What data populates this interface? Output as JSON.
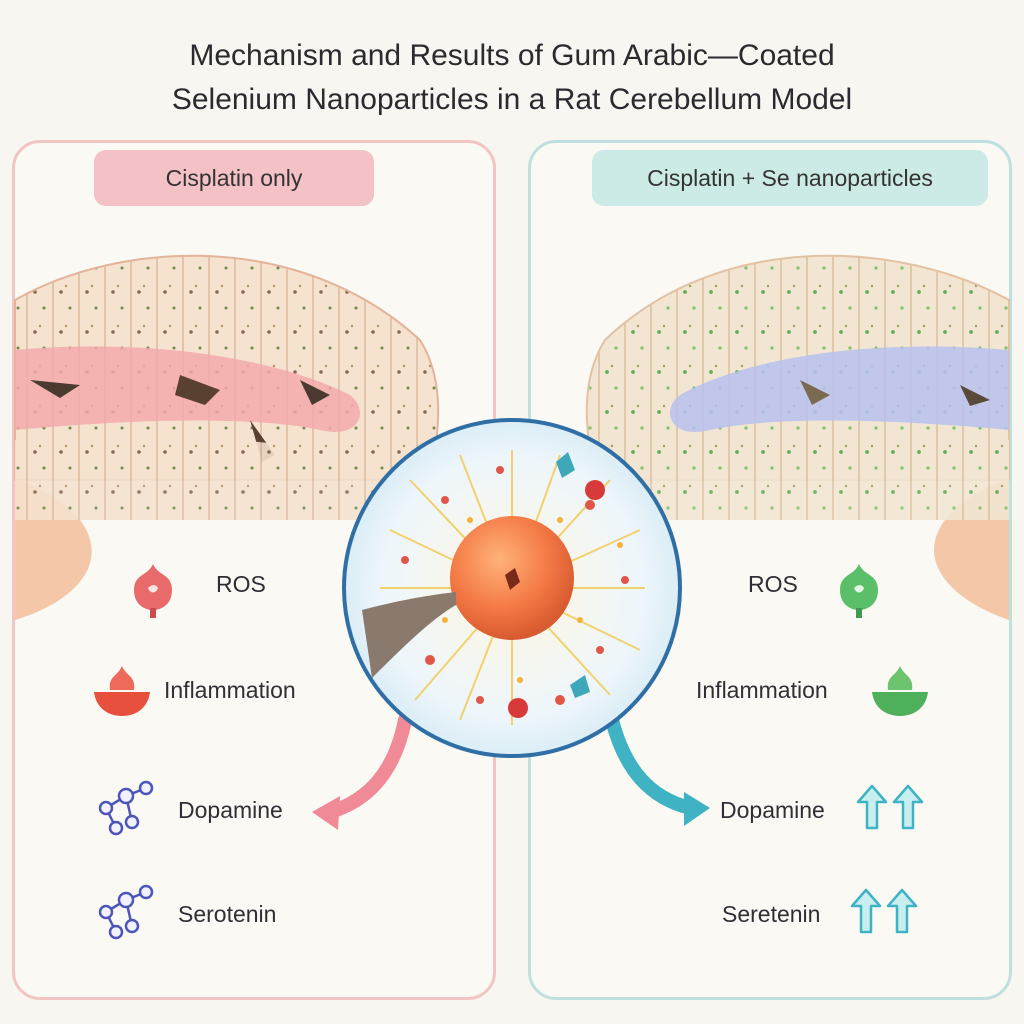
{
  "title": {
    "line1": "Mechanism and Results of Gum Arabic—Coated",
    "line2": "Selenium Nanoparticles in a Rat Cerebellum Model"
  },
  "left_panel": {
    "tag": "Cisplatin only",
    "items": [
      {
        "label": "ROS",
        "icon": "ros-flame-icon"
      },
      {
        "label": "Inflammation",
        "icon": "inflammation-bowl-icon"
      },
      {
        "label": "Dopamine",
        "icon": "molecule-icon"
      },
      {
        "label": "Serotenin",
        "icon": "molecule-icon"
      }
    ],
    "color": "#e86a6a"
  },
  "right_panel": {
    "tag": "Cisplatin + Se nanoparticles",
    "items": [
      {
        "label": "ROS",
        "icon": "ros-flame-icon"
      },
      {
        "label": "Inflammation",
        "icon": "inflammation-bowl-icon"
      },
      {
        "label": "Dopamine",
        "icon": "double-up-arrow-icon"
      },
      {
        "label": "Seretenin",
        "icon": "double-up-arrow-icon"
      }
    ],
    "color": "#5bbf6a"
  },
  "center": {
    "icon": "selenium-nanoparticle-icon",
    "arrow_left_color": "#ef8a96",
    "arrow_right_color": "#3fb3c4"
  }
}
